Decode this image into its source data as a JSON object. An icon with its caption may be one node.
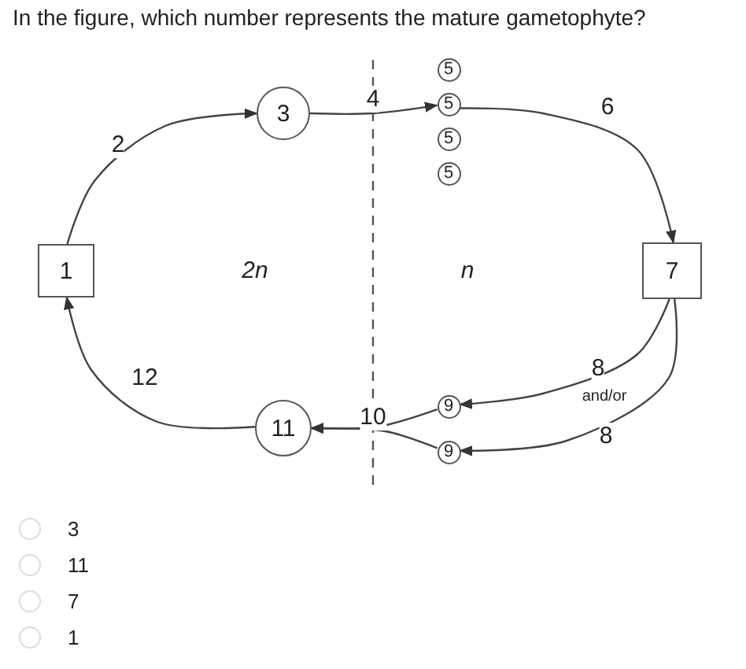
{
  "diagram": {
    "title": "In the figure, which number represents the mature gametophyte?",
    "nodes": [
      {
        "text": [
          "1"
        ]
      },
      {
        "text": [
          "3"
        ]
      },
      {
        "text": [
          "5"
        ]
      },
      {
        "text": [
          "5"
        ]
      },
      {
        "text": [
          "5"
        ]
      },
      {
        "text": [
          "5"
        ]
      },
      {
        "text": [
          "7"
        ]
      },
      {
        "text": [
          "9"
        ]
      },
      {
        "text": [
          "9"
        ]
      },
      {
        "text": [
          "11"
        ]
      }
    ],
    "edges": [
      {
        "from": 0,
        "to": 1,
        "arrow": "to",
        "label": "2"
      },
      {
        "from": 1,
        "to": 3,
        "arrow": "to",
        "label": "4"
      },
      {
        "from": 3,
        "to": 6,
        "arrow": "to",
        "label": "6"
      },
      {
        "from": 6,
        "to": 7,
        "arrow": "to",
        "label": "8"
      },
      {
        "from": 6,
        "to": 8,
        "arrow": "to",
        "label": "8"
      },
      {
        "from": 7,
        "to": 9,
        "arrow": "to"
      },
      {
        "from": 8,
        "to": 9,
        "arrow": "to"
      },
      {
        "from": 9,
        "to": 0,
        "arrow": "to",
        "label": "12"
      }
    ],
    "labels": [
      "2n",
      "n",
      "and/or",
      "10",
      "3",
      "11",
      "7",
      "1"
    ]
  }
}
